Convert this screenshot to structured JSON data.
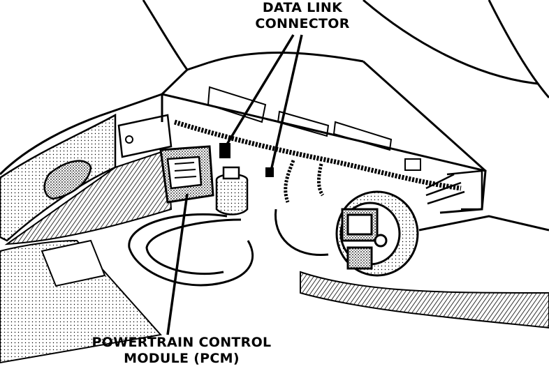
{
  "labels": {
    "data_link_connector": {
      "line1": "DATA LINK",
      "line2": "CONNECTOR"
    },
    "pcm": {
      "line1": "POWERTRAIN CONTROL",
      "line2": "MODULE (PCM)"
    }
  },
  "colors": {
    "ink": "#000000",
    "paper": "#ffffff",
    "shade": "#8a8a8a"
  }
}
